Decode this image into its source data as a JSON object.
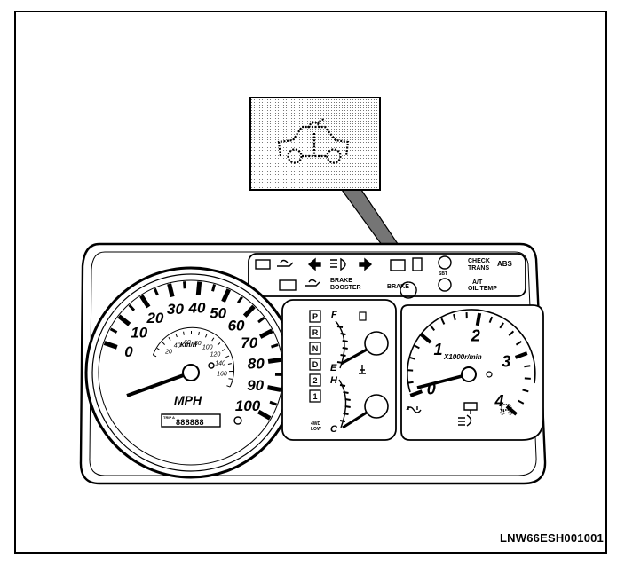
{
  "speedometer": {
    "mph_labels": [
      "0",
      "10",
      "20",
      "30",
      "40",
      "50",
      "60",
      "70",
      "80",
      "90",
      "100"
    ],
    "kmh_labels": [
      "20",
      "40",
      "60",
      "80",
      "100",
      "120",
      "140",
      "160"
    ],
    "kmh_unit": "km/h",
    "unit": "MPH",
    "odometer_mode": "TRIP A",
    "odometer_value": "888888"
  },
  "tachometer": {
    "labels": [
      "0",
      "1",
      "2",
      "3",
      "4"
    ],
    "unit": "X1000r/min"
  },
  "fuel_gauge": {
    "full": "F",
    "empty": "E"
  },
  "temp_gauge": {
    "hot": "H",
    "cold": "C"
  },
  "gear_positions": [
    "P",
    "R",
    "N",
    "D",
    "2",
    "1"
  ],
  "gear_footer": "4WD\nLOW",
  "warning_text": {
    "brake_booster": "BRAKE\nBOOSTER",
    "brake": "BRAKE",
    "check_trans": "CHECK\nTRANS",
    "abs": "ABS",
    "at_oil_temp": "A/T\nOIL TEMP",
    "sbt": "SBT"
  },
  "ref_code": "LNW66ESH001001",
  "highlighted_indicator": "vehicle-lift-warning-icon"
}
